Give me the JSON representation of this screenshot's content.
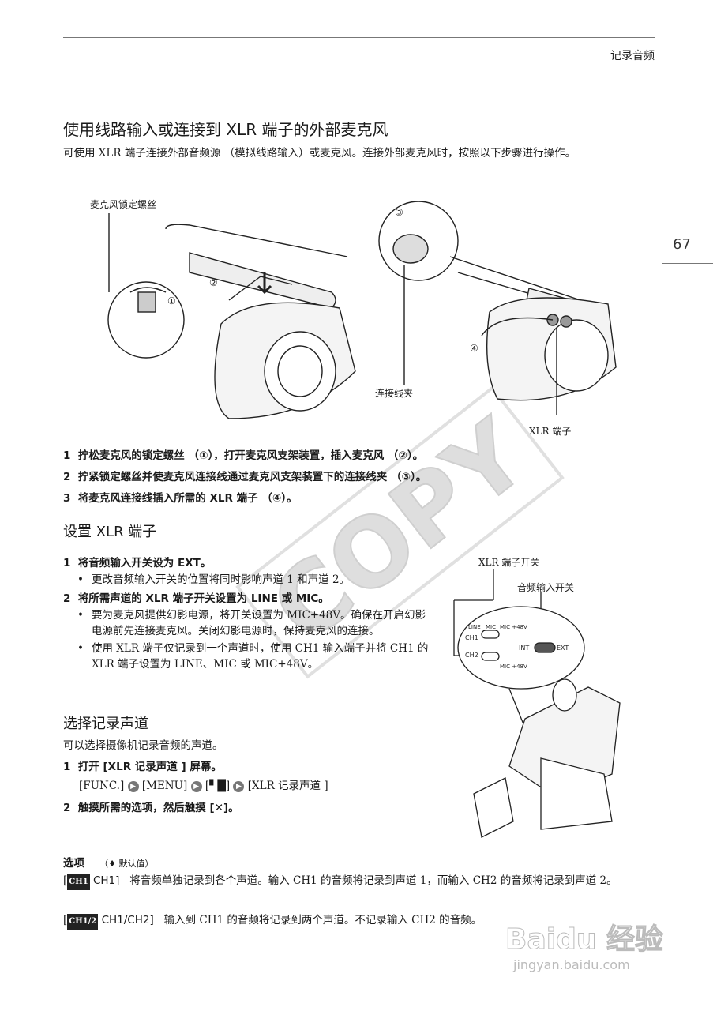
{
  "header": {
    "section": "记录音频",
    "page_number": "67"
  },
  "section1": {
    "title": "使用线路输入或连接到 XLR 端子的外部麦克风",
    "intro": "可使用 XLR 端子连接外部音频源 （模拟线路输入）或麦克风。连接外部麦克风时，按照以下步骤进行操作。",
    "figure_labels": {
      "screw": "麦克风锁定螺丝",
      "clamp": "连接线夹",
      "xlr": "XLR 端子",
      "n1": "①",
      "n2": "②",
      "n3": "③",
      "n4": "④"
    },
    "steps": [
      {
        "num": "1",
        "text": "拧松麦克风的锁定螺丝 （①），打开麦克风支架装置，插入麦克风 （②）。"
      },
      {
        "num": "2",
        "text": "拧紧锁定螺丝并使麦克风连接线通过麦克风支架装置下的连接线夹 （③）。"
      },
      {
        "num": "3",
        "text": "将麦克风连接线插入所需的 XLR 端子 （④）。"
      }
    ]
  },
  "section2": {
    "title": "设置 XLR 端子",
    "step1": {
      "num": "1",
      "text": "将音频输入开关设为 EXT。",
      "bullets": [
        "更改音频输入开关的位置将同时影响声道 1 和声道 2。"
      ]
    },
    "step2": {
      "num": "2",
      "text": "将所需声道的 XLR 端子开关设置为 LINE 或 MIC。",
      "bullets": [
        "要为麦克风提供幻影电源，将开关设置为 MIC+48V。确保在开启幻影电源前先连接麦克风。关闭幻影电源时，保持麦克风的连接。",
        "使用 XLR 端子仅记录到一个声道时，使用 CH1 输入端子并将 CH1 的 XLR 端子设置为 LINE、MIC 或 MIC+48V。"
      ]
    },
    "figure_labels": {
      "xlr_switch": "XLR 端子开关",
      "audio_switch": "音频输入开关",
      "line": "LINE",
      "mic": "MIC",
      "mic48": "MIC +48V",
      "ch1": "CH1",
      "ch2": "CH2",
      "int": "INT",
      "ext": "EXT"
    }
  },
  "section3": {
    "title": "选择记录声道",
    "intro": "可以选择摄像机记录音频的声道。",
    "step1": {
      "num": "1",
      "text": "打开 [XLR 记录声道 ] 屏幕。"
    },
    "path": [
      "[FUNC.]",
      "[MENU]",
      "[",
      "]",
      "[XLR 记录声道 ]"
    ],
    "step2": {
      "num": "2",
      "text": "触摸所需的选项，然后触摸 [",
      "close": "✕",
      "end": "]。"
    }
  },
  "options": {
    "title": "选项",
    "default_note": "（♦ 默认值）",
    "items": [
      {
        "icon": "CH1",
        "label": "CH1]",
        "text": "将音频单独记录到各个声道。输入 CH1 的音频将记录到声道 1，而输入 CH2 的音频将记录到声道 2。"
      },
      {
        "icon": "CH1/2",
        "label": "CH1/CH2]",
        "text": "输入到 CH1 的音频将记录到两个声道。不记录输入 CH2 的音频。"
      }
    ]
  },
  "watermarks": {
    "copy": "COPY",
    "baidu": "Baidu 经验",
    "baidu_url": "jingyan.baidu.com"
  }
}
